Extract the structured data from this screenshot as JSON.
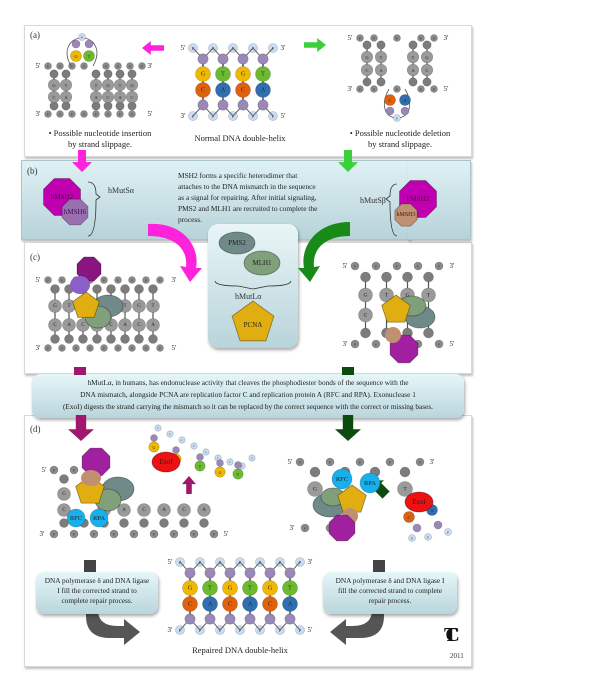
{
  "figure": {
    "signature_year": "2011",
    "signature_mark": "TC monogram"
  },
  "panel_a": {
    "label": "(a)",
    "left_caption": [
      "• Possible nucleotide insertion",
      "by strand slippage."
    ],
    "center_caption": "Normal DNA double-helix",
    "right_caption": [
      "• Possible nucleotide deletion",
      "by strand slippage."
    ],
    "normal_top_bases": [
      "G",
      "T",
      "G",
      "T"
    ],
    "normal_bottom_bases": [
      "C",
      "A",
      "C",
      "A"
    ],
    "insertion_loop_bases": [
      "G",
      "T"
    ],
    "insertion_top_bases": [
      "G",
      "T",
      "T",
      "G",
      "T",
      "G"
    ],
    "insertion_bottom_bases": [
      "C",
      "A",
      "A",
      "C",
      "A",
      "C"
    ],
    "deletion_top_bases": [
      "G",
      "T",
      "T",
      "G"
    ],
    "deletion_bottom_bases": [
      "C",
      "A",
      "A",
      "C"
    ],
    "deletion_loop_bases": [
      "C",
      "A"
    ],
    "strand_end_5": "5′",
    "strand_end_3": "3′",
    "phosphate": "P"
  },
  "panel_b": {
    "label": "(b)",
    "description": "MSH2 forms a specific heterodimer that attaches to the DNA mismatch in the sequence as a signal for repairing. After initial signaling, PMS2 and MLH1 are recruited to complete the process.",
    "description_lines": [
      "MSH2 forms a specific heterodimer that",
      "attaches to the DNA mismatch in the sequence",
      "as a signal for repairing. After initial signaling,",
      "PMS2 and MLH1 are recruited to complete the",
      "process."
    ],
    "left_complex": {
      "name": "hMutSα",
      "proteins": [
        "hMSH2",
        "hMSH6"
      ]
    },
    "right_complex": {
      "name": "hMutSβ",
      "proteins": [
        "hMSH2",
        "hMSH3"
      ]
    }
  },
  "center_box": {
    "proteins": [
      "PMS2",
      "MLH1"
    ],
    "complex_name": "hMutLα",
    "clamp": "PCNA"
  },
  "panel_c": {
    "label": "(c)",
    "left_top_bases": [
      "G",
      "T",
      "G",
      "T",
      "G",
      "T"
    ],
    "left_bottom_bases": [
      "C",
      "A",
      "C",
      "A",
      "C",
      "A",
      "C",
      "A"
    ],
    "right_top_bases": [
      "G",
      "T",
      "G",
      "T"
    ],
    "right_bottom_bases": [
      "C",
      "A"
    ]
  },
  "middle_textbox": {
    "lines": [
      "hMutLα, in humans, has endonuclease activity that cleaves the phosphodiester bonds of the sequence with the",
      "DNA mismatch, alongside PCNA are replication factor C and replication protein A (RFC and RPA). Exonuclease 1",
      "(ExoI) digests the strand carrying the mismatch so it can be replaced by the correct sequence with the correct or missing bases."
    ]
  },
  "panel_d": {
    "label": "(d)",
    "left_proteins": [
      "RFC",
      "RPA"
    ],
    "right_proteins": [
      "RFC",
      "RPA"
    ],
    "exonuclease": "ExoI",
    "left_bottom_bases": [
      "C",
      "A",
      "C",
      "A",
      "C",
      "A"
    ],
    "left_top_bases": [
      "G"
    ],
    "excised_left": [
      "G",
      "G",
      "T",
      "G",
      "T"
    ],
    "excised_right": [
      "C",
      "A"
    ],
    "right_top_bases": [
      "G",
      "T"
    ],
    "left_repair_text": [
      "DNA polymerase δ and DNA ligase",
      "I fill the corrected strand to",
      "complete repair process."
    ],
    "right_repair_text": [
      "DNA polymerase δ and DNA ligase I",
      "fill the corrected strand to complete",
      "repair process."
    ],
    "repaired_caption": "Repaired DNA double-helix",
    "repaired_top_bases": [
      "G",
      "T",
      "G",
      "T",
      "G",
      "T"
    ],
    "repaired_bottom_bases": [
      "C",
      "A",
      "C",
      "A",
      "C",
      "A"
    ]
  },
  "colors": {
    "G": "#f0b800",
    "T": "#6cbb2e",
    "C": "#e0600c",
    "A": "#2f6fb0",
    "phosphate": "#c9dcf2",
    "sugar": "#9a88b8",
    "gray_nucleotide": "#8a8a8a",
    "magenta_arrow": "#ff22dd",
    "green_arrow": "#3bd03b",
    "dark_magenta_arrow": "#a0186e",
    "dark_green_arrow": "#0d4a10",
    "hMSH2": "#c000b0",
    "hMSH6": "#9a6fb0",
    "hMSH3": "#c09070",
    "PMS2": "#6f8a88",
    "MLH1": "#7fa07a",
    "PCNA": "#e0ae10",
    "RFC": "#18b0ec",
    "RPA": "#18b0ec",
    "ExoI": "#ee1111"
  }
}
